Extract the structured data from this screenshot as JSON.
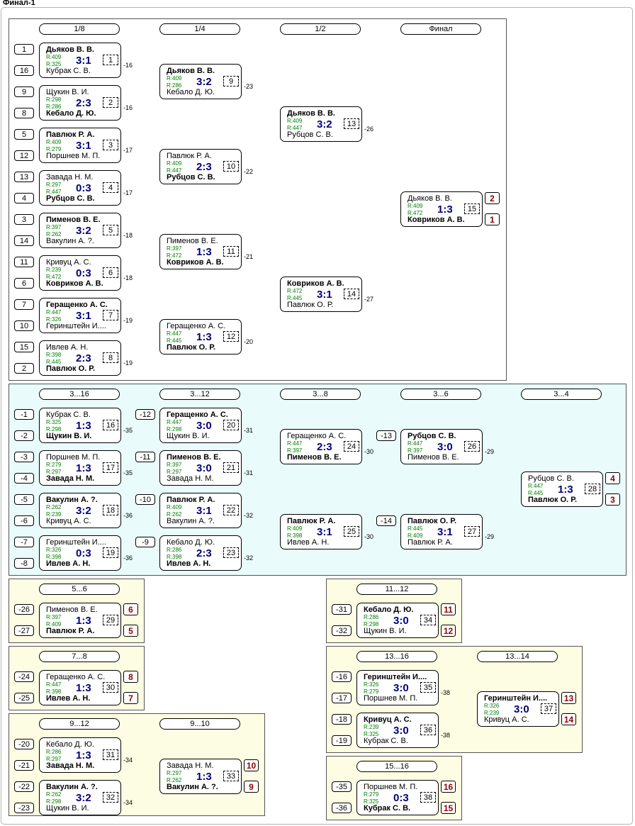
{
  "title": "Финал-1",
  "main": {
    "rounds": [
      "1/8",
      "1/4",
      "1/2",
      "Финал"
    ],
    "seeds": [
      "1",
      "16",
      "9",
      "8",
      "5",
      "12",
      "13",
      "4",
      "3",
      "14",
      "11",
      "6",
      "7",
      "10",
      "15",
      "2"
    ],
    "matches": [
      {
        "num": "1",
        "p1": "Дьяков В. В.",
        "p2": "Кубрак С. В.",
        "r1": "R:409",
        "r2": "R:325",
        "score": "3:1",
        "loser": "-16"
      },
      {
        "num": "2",
        "p1": "Щукин В. И.",
        "p2": "Кебало Д. Ю.",
        "r1": "R:298",
        "r2": "R:286",
        "score": "2:3",
        "loser": "-16"
      },
      {
        "num": "3",
        "p1": "Павлюк Р. А.",
        "p2": "Поршнев М. П.",
        "r1": "R:409",
        "r2": "R:279",
        "score": "3:1",
        "loser": "-17"
      },
      {
        "num": "4",
        "p1": "Завада Н. М.",
        "p2": "Рубцов С. В.",
        "r1": "R:297",
        "r2": "R:447",
        "score": "0:3",
        "loser": "-17"
      },
      {
        "num": "5",
        "p1": "Пименов В. Е.",
        "p2": "Вакулин А. ?.",
        "r1": "R:397",
        "r2": "R:262",
        "score": "3:2",
        "loser": "-18"
      },
      {
        "num": "6",
        "p1": "Кривуц А. С.",
        "p2": "Ковриков А. В.",
        "r1": "R:239",
        "r2": "R:472",
        "score": "0:3",
        "loser": "-18"
      },
      {
        "num": "7",
        "p1": "Геращенко А. С.",
        "p2": "Геринштейн И....",
        "r1": "R:447",
        "r2": "R:326",
        "score": "3:1",
        "loser": "-19"
      },
      {
        "num": "8",
        "p1": "Ивлев А. Н.",
        "p2": "Павлюк О. Р.",
        "r1": "R:398",
        "r2": "R:445",
        "score": "2:3",
        "loser": "-19"
      },
      {
        "num": "9",
        "p1": "Дьяков В. В.",
        "p2": "Кебало Д. Ю.",
        "r1": "R:409",
        "r2": "R:286",
        "score": "3:2",
        "loser": "-23"
      },
      {
        "num": "10",
        "p1": "Павлюк Р. А.",
        "p2": "Рубцов С. В.",
        "r1": "R:409",
        "r2": "R:447",
        "score": "2:3",
        "loser": "-22"
      },
      {
        "num": "11",
        "p1": "Пименов В. Е.",
        "p2": "Ковриков А. В.",
        "r1": "R:397",
        "r2": "R:472",
        "score": "1:3",
        "loser": "-21"
      },
      {
        "num": "12",
        "p1": "Геращенко А. С.",
        "p2": "Павлюк О. Р.",
        "r1": "R:447",
        "r2": "R:445",
        "score": "1:3",
        "loser": "-20"
      },
      {
        "num": "13",
        "p1": "Дьяков В. В.",
        "p2": "Рубцов С. В.",
        "r1": "R:409",
        "r2": "R:447",
        "score": "3:2",
        "loser": "-26"
      },
      {
        "num": "14",
        "p1": "Ковриков А. В.",
        "p2": "Павлюк О. Р.",
        "r1": "R:472",
        "r2": "R:445",
        "score": "3:1",
        "loser": "-27"
      },
      {
        "num": "15",
        "p1": "Дьяков В. В.",
        "p2": "Ковриков А. В.",
        "r1": "R:409",
        "r2": "R:472",
        "score": "1:3",
        "place1": "2",
        "place2": "1"
      }
    ]
  },
  "cons3": {
    "rounds": [
      "3...16",
      "3...12",
      "3...8",
      "3...6",
      "3...4"
    ],
    "seeds": [
      "-1",
      "-2",
      "-3",
      "-4",
      "-5",
      "-6",
      "-7",
      "-8"
    ],
    "entries": [
      "-12",
      "-11",
      "-10",
      "-9",
      "-13",
      "-14"
    ],
    "matches": [
      {
        "num": "16",
        "p1": "Кубрак С. В.",
        "p2": "Щукин В. И.",
        "r1": "R:325",
        "r2": "R:298",
        "score": "1:3",
        "loser": "-35"
      },
      {
        "num": "17",
        "p1": "Поршнев М. П.",
        "p2": "Завада Н. М.",
        "r1": "R:279",
        "r2": "R:297",
        "score": "1:3",
        "loser": "-35"
      },
      {
        "num": "18",
        "p1": "Вакулин А. ?.",
        "p2": "Кривуц А. С.",
        "r1": "R:262",
        "r2": "R:239",
        "score": "3:2",
        "loser": "-36"
      },
      {
        "num": "19",
        "p1": "Геринштейн И....",
        "p2": "Ивлев А. Н.",
        "r1": "R:326",
        "r2": "R:398",
        "score": "0:3",
        "loser": "-36"
      },
      {
        "num": "20",
        "p1": "Геращенко А. С.",
        "p2": "Щукин В. И.",
        "r1": "R:447",
        "r2": "R:298",
        "score": "3:0",
        "loser": "-31"
      },
      {
        "num": "21",
        "p1": "Пименов В. Е.",
        "p2": "Завада Н. М.",
        "r1": "R:397",
        "r2": "R:297",
        "score": "3:0",
        "loser": "-31"
      },
      {
        "num": "22",
        "p1": "Павлюк Р. А.",
        "p2": "Вакулин А. ?.",
        "r1": "R:409",
        "r2": "R:262",
        "score": "3:1",
        "loser": "-32"
      },
      {
        "num": "23",
        "p1": "Кебало Д. Ю.",
        "p2": "Ивлев А. Н.",
        "r1": "R:286",
        "r2": "R:398",
        "score": "2:3",
        "loser": "-32"
      },
      {
        "num": "24",
        "p1": "Геращенко А. С.",
        "p2": "Пименов В. Е.",
        "r1": "R:447",
        "r2": "R:397",
        "score": "2:3",
        "loser": "-30"
      },
      {
        "num": "25",
        "p1": "Павлюк Р. А.",
        "p2": "Ивлев А. Н.",
        "r1": "R:409",
        "r2": "R:398",
        "score": "3:1",
        "loser": "-30"
      },
      {
        "num": "26",
        "p1": "Рубцов С. В.",
        "p2": "Пименов В. Е.",
        "r1": "R:447",
        "r2": "R:397",
        "score": "3:0",
        "loser": "-29"
      },
      {
        "num": "27",
        "p1": "Павлюк О. Р.",
        "p2": "Павлюк Р. А.",
        "r1": "R:445",
        "r2": "R:409",
        "score": "3:1",
        "loser": "-29"
      },
      {
        "num": "28",
        "p1": "Рубцов С. В.",
        "p2": "Павлюк О. Р.",
        "r1": "R:447",
        "r2": "R:445",
        "score": "1:3",
        "place1": "4",
        "place2": "3"
      }
    ]
  },
  "p56": {
    "round": "5...6",
    "seeds": [
      "-26",
      "-27"
    ],
    "match": {
      "num": "29",
      "p1": "Пименов В. Е.",
      "p2": "Павлюк Р. А.",
      "r1": "R:397",
      "r2": "R:409",
      "score": "1:3",
      "place1": "6",
      "place2": "5"
    }
  },
  "p78": {
    "round": "7...8",
    "seeds": [
      "-24",
      "-25"
    ],
    "match": {
      "num": "30",
      "p1": "Геращенко А. С.",
      "p2": "Ивлев А. Н.",
      "r1": "R:447",
      "r2": "R:398",
      "score": "1:3",
      "place1": "8",
      "place2": "7"
    }
  },
  "p912": {
    "rounds": [
      "9...12",
      "9...10"
    ],
    "seeds": [
      "-20",
      "-21",
      "-22",
      "-23"
    ],
    "matches": [
      {
        "num": "31",
        "p1": "Кебало Д. Ю.",
        "p2": "Завада Н. М.",
        "r1": "R:286",
        "r2": "R:297",
        "score": "1:3",
        "loser": "-34"
      },
      {
        "num": "32",
        "p1": "Вакулин А. ?.",
        "p2": "Щукин В. И.",
        "r1": "R:262",
        "r2": "R:298",
        "score": "3:2",
        "loser": "-34"
      },
      {
        "num": "33",
        "p1": "Завада Н. М.",
        "p2": "Вакулин А. ?.",
        "r1": "R:297",
        "r2": "R:262",
        "score": "1:3",
        "place1": "10",
        "place2": "9"
      }
    ]
  },
  "p1112": {
    "round": "11...12",
    "seeds": [
      "-31",
      "-32"
    ],
    "match": {
      "num": "34",
      "p1": "Кебало Д. Ю.",
      "p2": "Щукин В. И.",
      "r1": "R:286",
      "r2": "R:298",
      "score": "3:0",
      "place1": "11",
      "place2": "12"
    }
  },
  "p1316": {
    "rounds": [
      "13...16",
      "13...14"
    ],
    "seeds": [
      "-16",
      "-17",
      "-18",
      "-19"
    ],
    "matches": [
      {
        "num": "35",
        "p1": "Геринштейн И....",
        "p2": "Поршнев М. П.",
        "r1": "R:326",
        "r2": "R:279",
        "score": "3:0",
        "loser": "-38"
      },
      {
        "num": "36",
        "p1": "Кривуц А. С.",
        "p2": "Кубрак С. В.",
        "r1": "R:239",
        "r2": "R:325",
        "score": "3:0",
        "loser": "-38"
      },
      {
        "num": "37",
        "p1": "Геринштейн И....",
        "p2": "Кривуц А. С.",
        "r1": "R:326",
        "r2": "R:239",
        "score": "3:0",
        "place1": "13",
        "place2": "14"
      }
    ]
  },
  "p1516": {
    "round": "15...16",
    "seeds": [
      "-35",
      "-36"
    ],
    "match": {
      "num": "38",
      "p1": "Поршнев М. П.",
      "p2": "Кубрак С. В.",
      "r1": "R:279",
      "r2": "R:325",
      "score": "0:3",
      "place1": "16",
      "place2": "15"
    }
  },
  "colors": {
    "score": "#00007a",
    "rating": "#008000",
    "place": "#8b0000",
    "cons_bg": "#e9fbfb",
    "place_bg": "#fdfde3"
  }
}
